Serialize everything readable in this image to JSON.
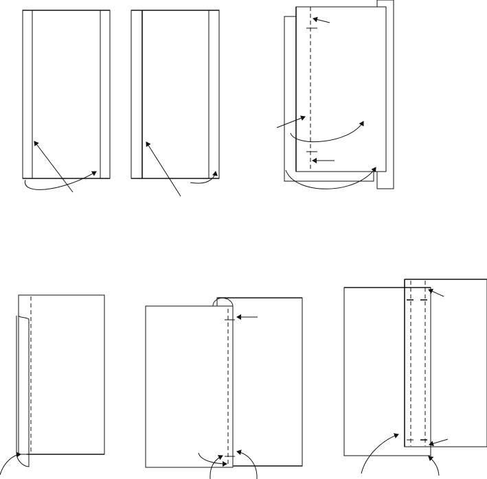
{
  "diagram": {
    "figures": [
      {
        "id": "fig-top-1"
      },
      {
        "id": "fig-top-2"
      },
      {
        "id": "fig-top-3"
      },
      {
        "id": "fig-bottom-1"
      },
      {
        "id": "fig-bottom-2"
      },
      {
        "id": "fig-bottom-3"
      }
    ],
    "colors": {
      "line": "#111111",
      "background": "#ffffff"
    }
  }
}
